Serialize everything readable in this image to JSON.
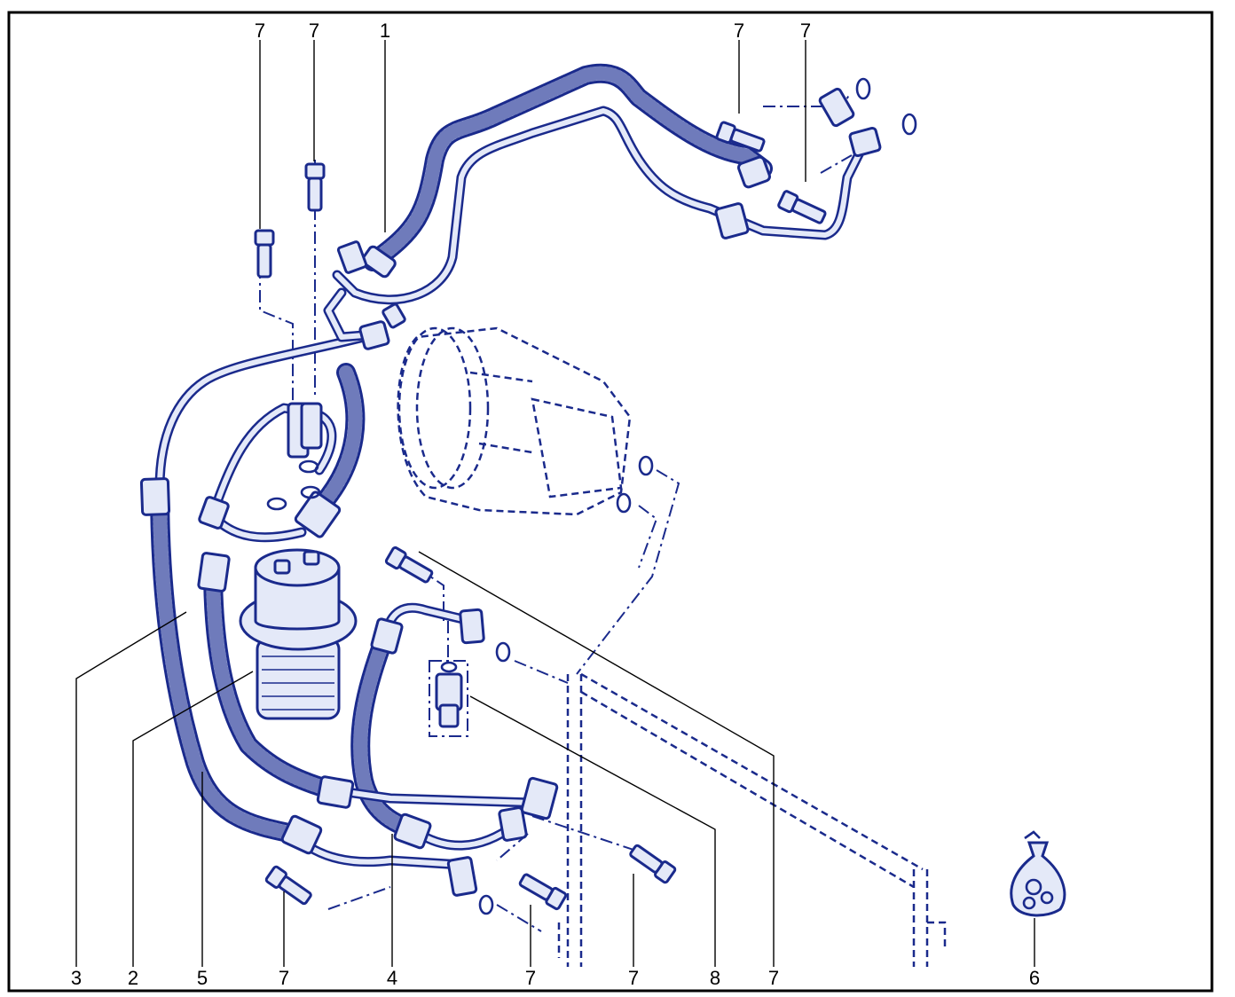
{
  "callouts": {
    "c1": "1",
    "c2": "2",
    "c3": "3",
    "c4": "4",
    "c5": "5",
    "c6": "6",
    "c7": "7",
    "c8": "8"
  },
  "colors": {
    "line": "#1a2a8c",
    "fill": "#e4e9f8",
    "frame": "#000000"
  }
}
